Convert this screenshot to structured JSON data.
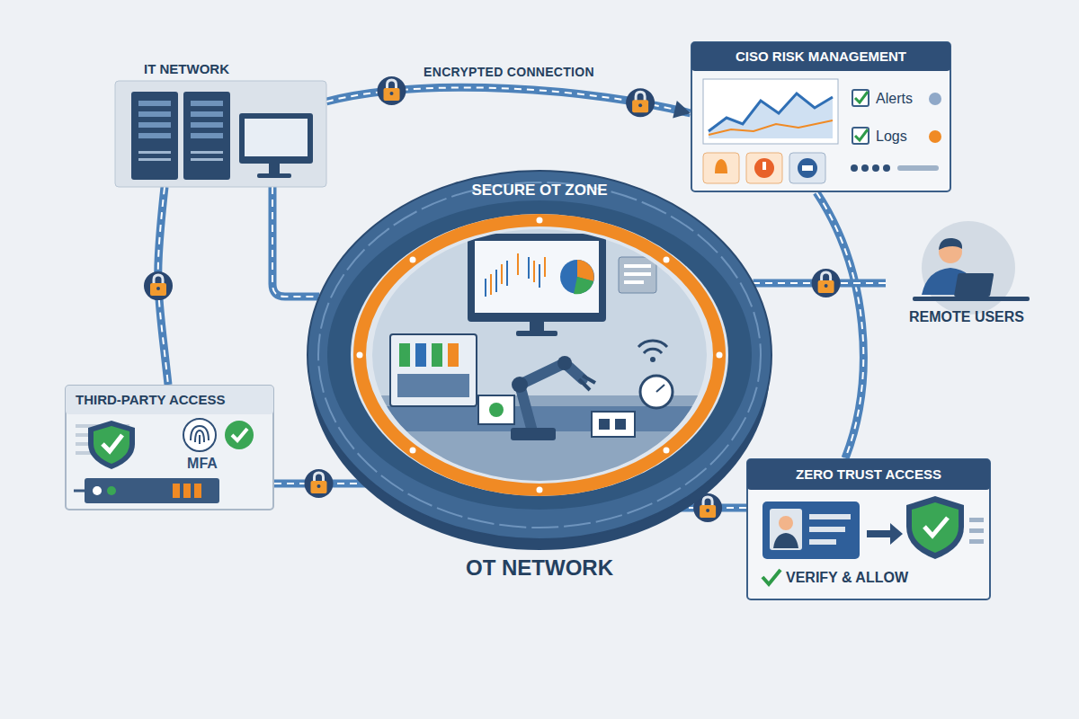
{
  "diagram": {
    "nodes": [
      {
        "text": [
          "IT NETWORK"
        ]
      },
      {
        "text": [
          "CISO RISK MANAGEMENT",
          "Alerts",
          "Logs"
        ]
      },
      {
        "text": [
          "SECURE OT ZONE",
          "OT NETWORK"
        ]
      },
      {
        "text": [
          "REMOTE USERS"
        ]
      },
      {
        "text": [
          "THIRD-PARTY ACCESS",
          "MFA"
        ]
      },
      {
        "text": [
          "ZERO TRUST ACCESS",
          "VERIFY & ALLOW"
        ]
      }
    ],
    "edges": [
      {
        "from": 0,
        "to": 1,
        "arrow": "to",
        "label": "ENCRYPTED CONNECTION"
      },
      {
        "from": 0,
        "to": 4,
        "arrow": "none"
      },
      {
        "from": 0,
        "to": 2,
        "arrow": "none"
      },
      {
        "from": 4,
        "to": 2,
        "arrow": "none"
      },
      {
        "from": 1,
        "to": 5,
        "arrow": "none"
      },
      {
        "from": 3,
        "to": 2,
        "arrow": "none"
      },
      {
        "from": 5,
        "to": 2,
        "arrow": "none"
      }
    ]
  }
}
